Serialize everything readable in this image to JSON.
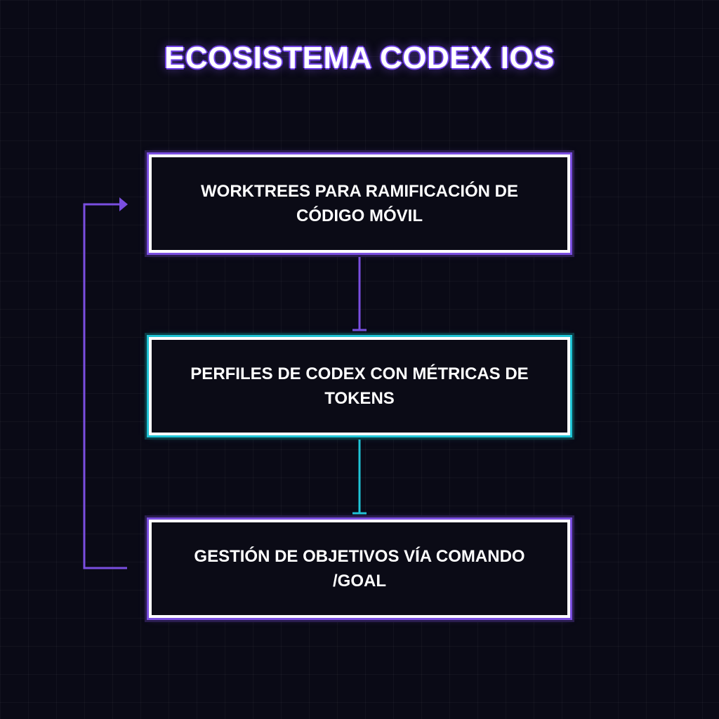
{
  "title": "ECOSISTEMA CODEX IOS",
  "nodes": [
    {
      "id": "worktrees",
      "label": "WORKTREES PARA RAMIFICACIÓN DE CÓDIGO MÓVIL",
      "accent": "#7a4ee0"
    },
    {
      "id": "perfiles",
      "label": "PERFILES DE CODEX CON MÉTRICAS DE TOKENS",
      "accent": "#1fc4d6"
    },
    {
      "id": "goal",
      "label": "GESTIÓN DE OBJETIVOS VÍA COMANDO /GOAL",
      "accent": "#7a4ee0"
    }
  ],
  "edges": [
    {
      "from": "worktrees",
      "to": "perfiles",
      "color": "#7a4ee0"
    },
    {
      "from": "perfiles",
      "to": "goal",
      "color": "#1fc4d6"
    },
    {
      "from": "goal",
      "to": "worktrees",
      "color": "#7a4ee0",
      "kind": "loop-back"
    }
  ],
  "colors": {
    "background": "#0a0a16",
    "purple": "#7a4ee0",
    "cyan": "#1fc4d6",
    "text": "#ffffff"
  }
}
